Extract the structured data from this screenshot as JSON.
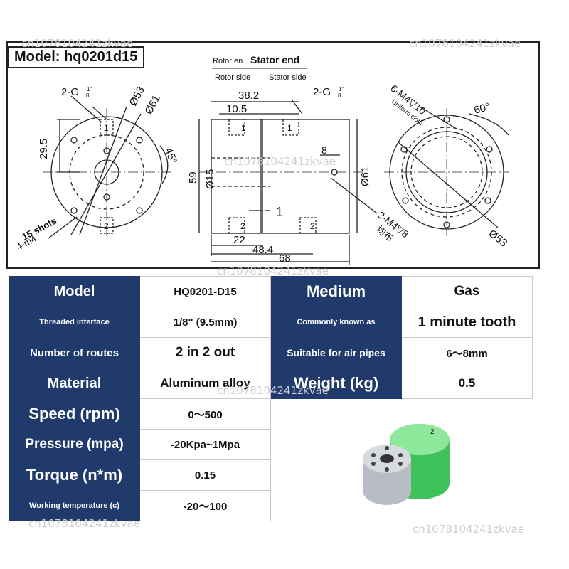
{
  "model_title": "Model: hq0201d15",
  "drawing": {
    "left": {
      "g_thread": "2-G",
      "g_frac": "1\"",
      "g_den": "8",
      "d53": "Ø53",
      "d61": "Ø61",
      "dim_29_5": "29.5",
      "angle_45": "45°",
      "label_1": "1",
      "label_2": "2",
      "shots": "15 shots",
      "m4": "4-m4"
    },
    "middle": {
      "rotor_end": "Rotor en",
      "stator_end": "Stator end",
      "rotor_side": "Rotor side",
      "stator_side": "Stator side",
      "dim_38_2": "38.2",
      "dim_10_5": "10.5",
      "g_thread": "2-G",
      "g_frac": "1\"",
      "g_den": "8",
      "dim_8": "8",
      "dim_59": "59",
      "d15": "Ø15",
      "d61": "Ø61",
      "label_1a": "1",
      "label_1b": "1",
      "label_1c": "1",
      "label_2a": "2",
      "label_2b": "2",
      "dim_22": "22",
      "dim_48_4": "48.4",
      "dim_68": "68",
      "m4_8": "2-M4▽8",
      "uniform": "均布"
    },
    "right": {
      "m4_10": "6-M4▽10",
      "uniform_cloth": "Uniform cloth",
      "angle_60": "60°",
      "d53": "Ø53"
    }
  },
  "specs": {
    "rows": [
      [
        "Model",
        "HQ0201-D15",
        "Medium",
        "Gas"
      ],
      [
        "Threaded interface",
        "1/8\"  (9.5mm)",
        "Commonly known as",
        "1 minute tooth"
      ],
      [
        "Number of routes",
        "2 in 2 out",
        "Suitable for air pipes",
        "6～8mm"
      ],
      [
        "Material",
        "Aluminum alloy",
        "Weight (kg)",
        "0.5"
      ],
      [
        "Speed (rpm)",
        "0～500"
      ],
      [
        "Pressure (mpa)",
        "-20Kpa~1Mpa"
      ],
      [
        "Torque (n*m)",
        "0.15"
      ],
      [
        "Working temperature (c)",
        "-20～100"
      ]
    ]
  },
  "photo": {
    "marking": "2",
    "body_color": "#3fc25a",
    "metal_color": "#c8ccd2"
  },
  "watermark": "cn1078104241zkvae",
  "colors": {
    "header_bg": "#1f3a6b",
    "header_text": "#ffffff"
  }
}
